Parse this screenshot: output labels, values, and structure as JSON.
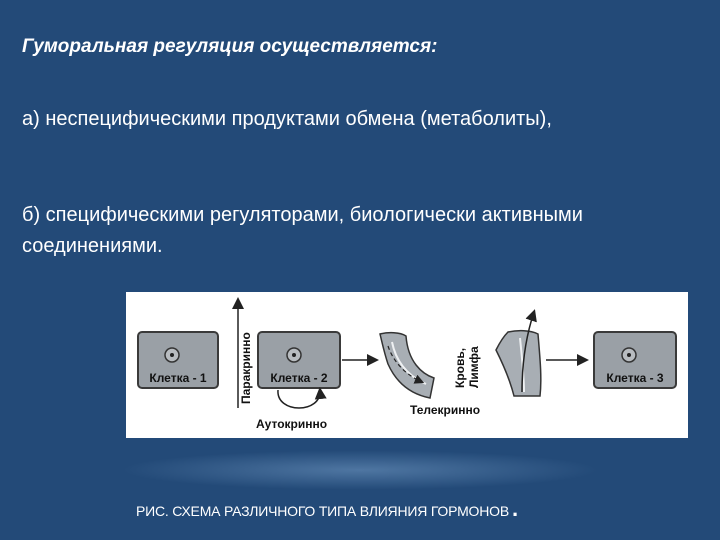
{
  "slide": {
    "heading": "Гуморальная регуляция осуществляется:",
    "item_a": "а) неспецифическими продуктами обмена (метаболиты),",
    "item_b": "б) специфическими регуляторами, биологически активными соединениями.",
    "caption": "РИС. СХЕМА РАЗЛИЧНОГО ТИПА ВЛИЯНИЯ ГОРМОНОВ",
    "caption_end": "."
  },
  "figure": {
    "cell_1": "Клетка - 1",
    "cell_2": "Клетка - 2",
    "cell_3": "Клетка - 3",
    "paracrine": "Паракринно",
    "autocrine": "Аутокринно",
    "telecrine": "Телекринно",
    "blood": "Кровь,",
    "lymph": "Лимфа"
  },
  "colors": {
    "background": "#234a78",
    "cell_fill": "#9aa0a6",
    "cell_border": "#3a3a3a",
    "vessel_fill": "#a8aeb4"
  }
}
